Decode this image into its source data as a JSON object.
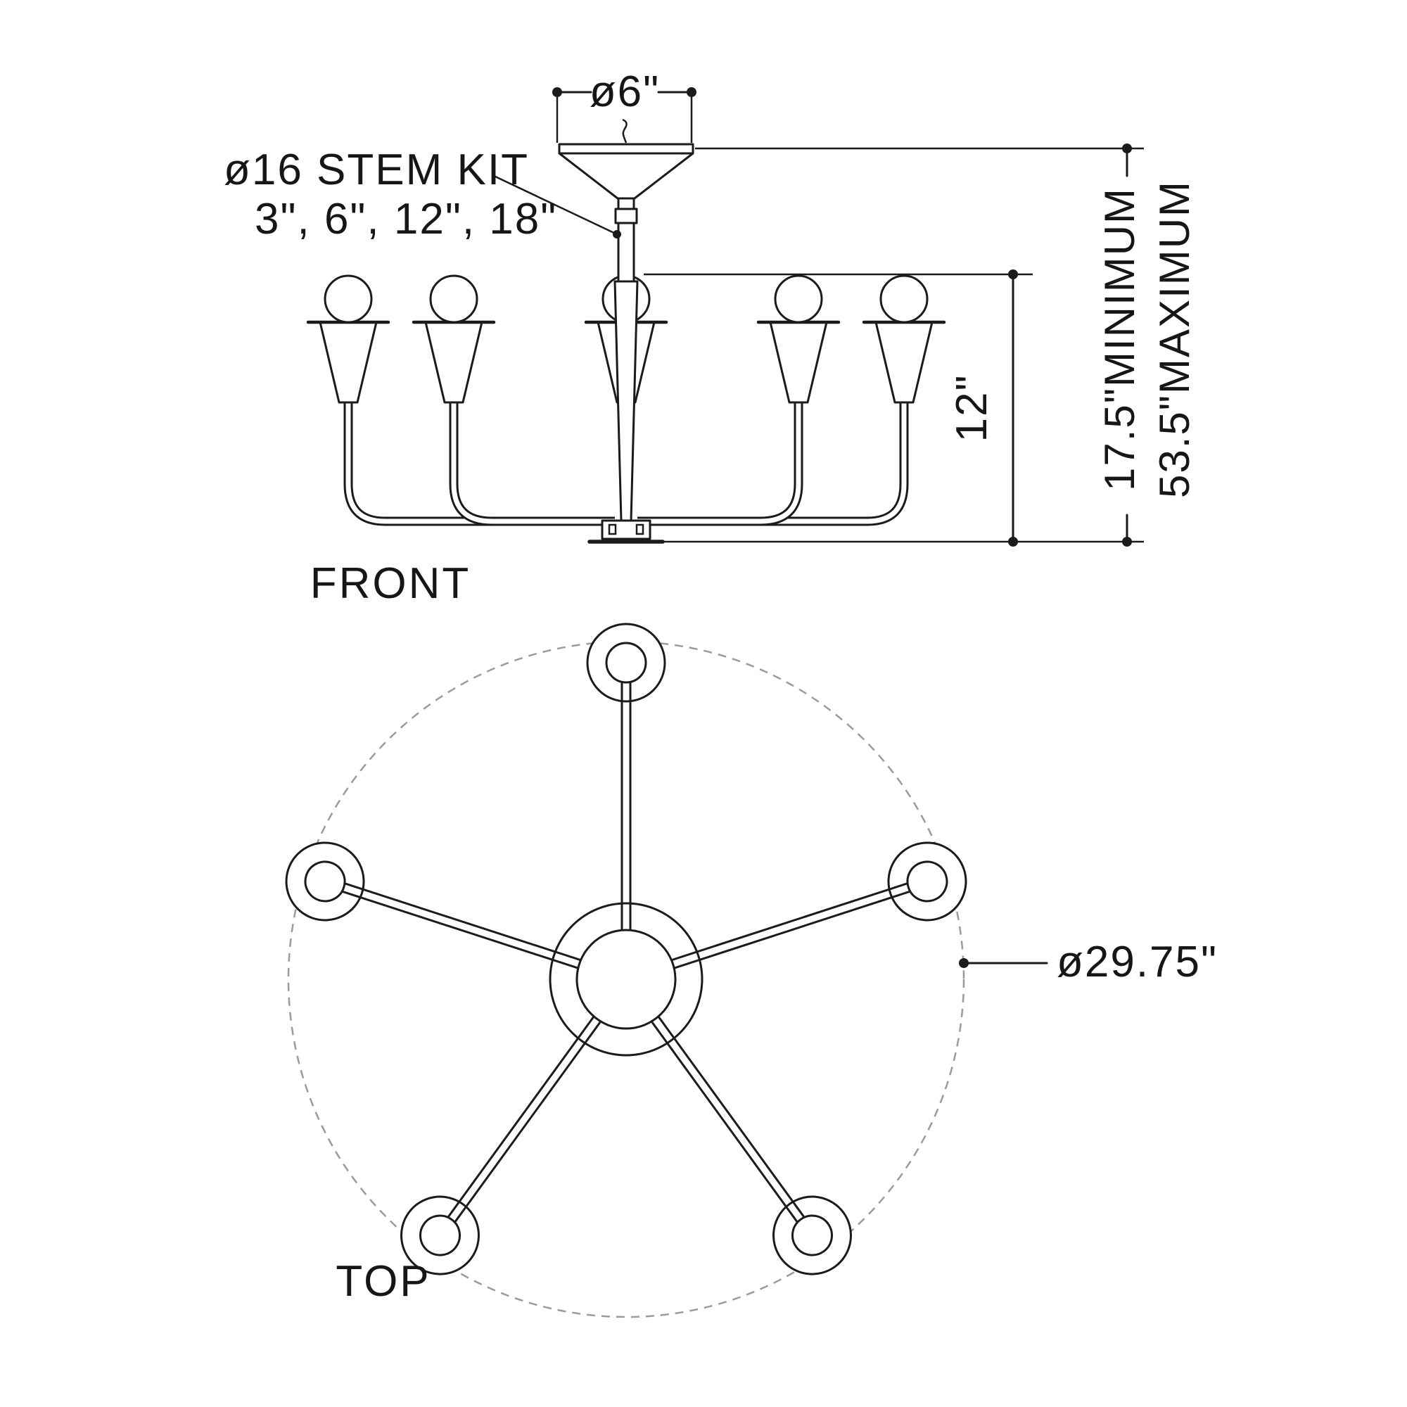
{
  "diagram": {
    "front": {
      "label": "FRONT",
      "canopy_diameter": "ø6\"",
      "stem_kit_title": "ø16 STEM KIT",
      "stem_kit_sizes": "3\", 6\", 12\", 18\"",
      "arm_drop": "12\"",
      "height_min": "17.5\"MINIMUM",
      "height_max": "53.5\"MAXIMUM"
    },
    "top": {
      "label": "TOP",
      "fixture_diameter": "ø29.75\""
    }
  }
}
